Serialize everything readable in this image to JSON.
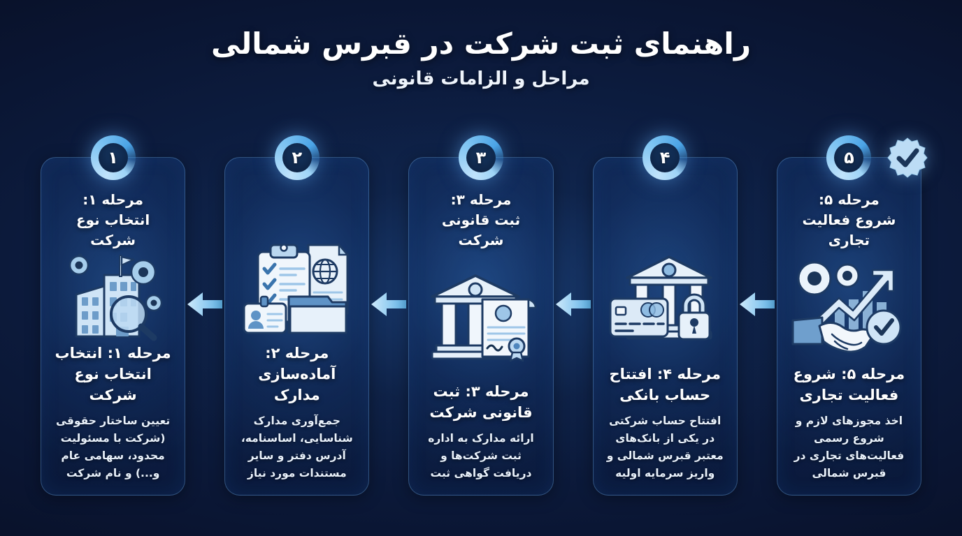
{
  "header": {
    "title": "راهنمای ثبت شرکت در قبرس شمالی",
    "subtitle": "مراحل و الزامات قانونی"
  },
  "colors": {
    "background": "#0b1733",
    "card_border": "#6eaae6",
    "badge_ring": "#7cc3f2",
    "arrow": "#9ed8f7",
    "title_text": "#ffffff",
    "body_text": "#e9f1fa"
  },
  "steps": [
    {
      "number": "۱",
      "top_title": "مرحله ۱:\nانتخاب نوع شرکت",
      "title": "مرحله ۱: انتخاب\nانتخاب نوع شرکت",
      "desc": "تعیین ساختار حقوقی (شرکت با مسئولیت محدود، سهامی عام و...) و نام شرکت",
      "icon": "building-gears-magnifier-icon"
    },
    {
      "number": "۲",
      "top_title": "",
      "title": "مرحله ۲:\nآماده‌سازی مدارک",
      "desc": "جمع‌آوری مدارک شناسایی، اساسنامه، آدرس دفتر و سایر مستندات مورد نیاز",
      "icon": "clipboard-documents-folder-icon"
    },
    {
      "number": "۳",
      "top_title": "مرحله ۳:\nثبت قانونی شرکت",
      "title": "مرحله ۳: ثبت\nقانونی شرکت",
      "desc": "ارائه مدارک به اداره ثبت شرکت‌ها و دریافت گواهی ثبت",
      "icon": "government-building-certificate-icon"
    },
    {
      "number": "۴",
      "top_title": "",
      "title": "مرحله ۴: افتتاح\nحساب بانکی",
      "desc": "افتتاح حساب شرکتی در یکی از بانک‌های معتبر قبرس شمالی و واریز سرمایه اولیه",
      "icon": "bank-card-lock-icon"
    },
    {
      "number": "۵",
      "top_title": "مرحله ۵:\nشروع فعالیت تجاری",
      "title": "مرحله ۵: شروع\nفعالیت تجاری",
      "desc": "اخذ مجوزهای لازم و شروع رسمی فعالیت‌های تجاری در قبرس شمالی",
      "icon": "handshake-growth-gears-icon",
      "verified_badge": "verified-check-icon"
    }
  ],
  "arrows": {
    "count": 4,
    "direction": "left-to-right",
    "icon": "arrow-right-icon"
  }
}
